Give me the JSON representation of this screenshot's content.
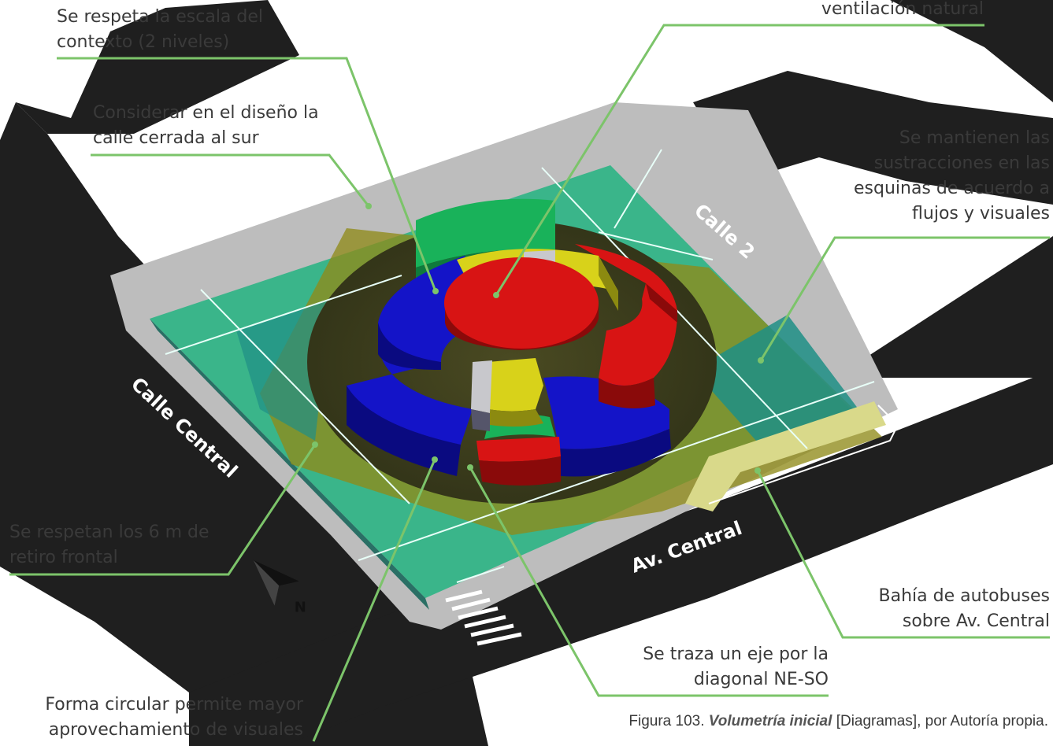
{
  "annotations": {
    "escala": "Se respeta la escala del\ncontexto (2 niveles)",
    "ventilacion": "ventilación natural",
    "calle_cerrada": "Considerar en el diseño la\ncalle cerrada al sur",
    "sustracciones": "Se mantienen las\nsustracciones en las\nesquinas de acuerdo a\nflujos y visuales",
    "retiro": "Se respetan los 6 m de\nretiro frontal",
    "bahia": "Bahía de autobuses\nsobre Av. Central",
    "eje": "Se traza un eje por la\ndiagonal NE-SO",
    "forma": "Forma circular permite mayor\naprovechamiento de visuales"
  },
  "streets": {
    "calle2": "Calle 2",
    "calle_central": "Calle Central",
    "av_central": "Av. Central"
  },
  "north_label": "N",
  "caption": {
    "figure": "Figura 103.",
    "title": "Volumetría inicial",
    "rest": "[Diagramas], por Autoría propia."
  },
  "colors": {
    "road": "#1f1f1f",
    "sidewalk": "#bdbdbd",
    "site_green": "#3ab58a",
    "axis_band": "#8f8a1a",
    "leader_line": "#7cc46a",
    "block_red": "#d81414",
    "block_blue": "#1414c8",
    "block_yellow": "#d8d21a",
    "block_green": "#19b25a",
    "block_gray": "#c8c8cc"
  }
}
